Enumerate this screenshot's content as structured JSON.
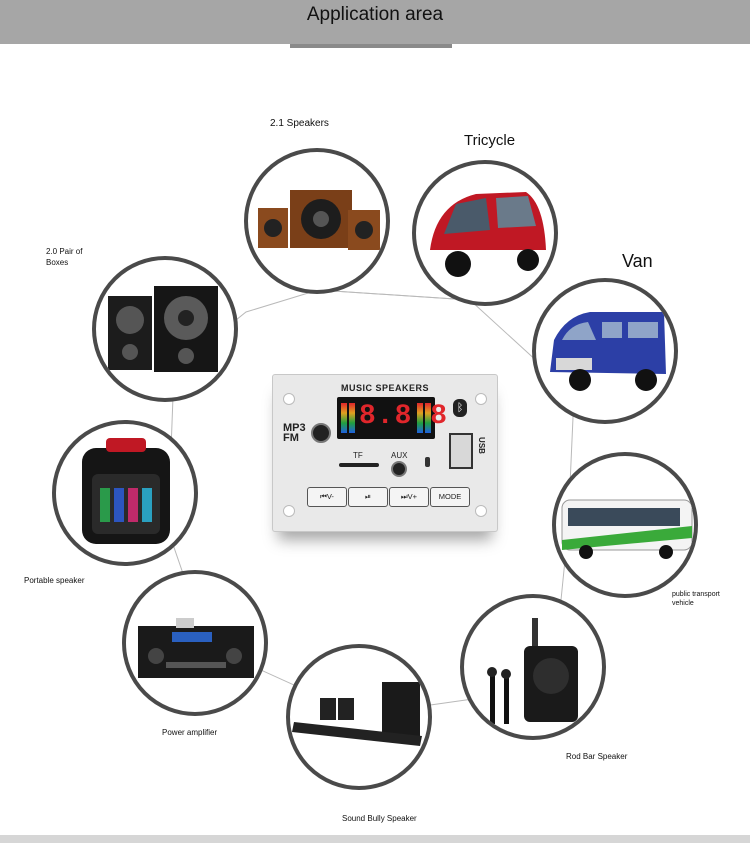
{
  "header": {
    "title": "Application area"
  },
  "applications": [
    {
      "id": "speakers-21",
      "label": "2.1 Speakers"
    },
    {
      "id": "tricycle",
      "label": "Tricycle"
    },
    {
      "id": "van",
      "label": "Van"
    },
    {
      "id": "pair-boxes",
      "label_line1": "2.0 Pair of",
      "label_line2": "Boxes"
    },
    {
      "id": "portable",
      "label": "Portable speaker"
    },
    {
      "id": "bus",
      "label_line1": "public transport",
      "label_line2": "vehicle"
    },
    {
      "id": "amplifier",
      "label": "Power amplifier"
    },
    {
      "id": "rod-bar",
      "label": "Rod Bar Speaker"
    },
    {
      "id": "soundbar",
      "label": "Sound Bully Speaker"
    }
  ],
  "module": {
    "title": "MUSIC SPEAKERS",
    "display_text": "8.8.8",
    "mp3": "MP3",
    "fm": "FM",
    "tf": "TF",
    "aux": "AUX",
    "usb": "USB",
    "bluetooth": "ᛒ",
    "buttons": [
      "⏮V-",
      "⏯",
      "⏭V+",
      "MODE"
    ]
  },
  "colors": {
    "header_bg": "#a6a6a6",
    "display_red": "#e0262b",
    "bubble_border": "#4a4a4a"
  }
}
